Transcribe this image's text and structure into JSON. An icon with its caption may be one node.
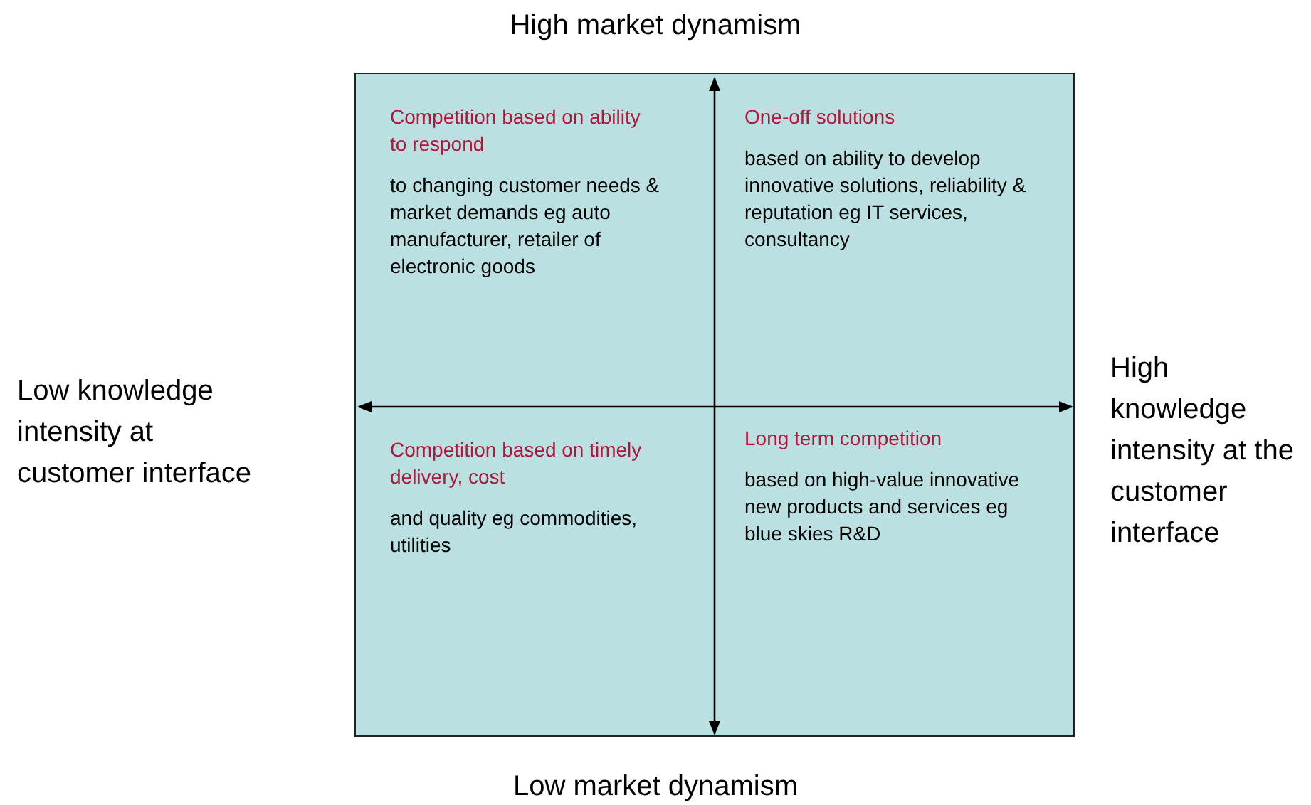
{
  "diagram": {
    "nodes": [
      {
        "text": [],
        "shape": "box"
      },
      {
        "text": [
          "Competition based on ability to respond",
          "to changing customer needs & market demands eg auto manufacturer, retailer of electronic goods"
        ],
        "in": 0
      },
      {
        "text": [
          "One-off solutions",
          "based on ability to develop innovative solutions, reliability & reputation eg IT services, consultancy"
        ],
        "in": 0
      },
      {
        "text": [
          "Competition based on timely delivery, cost",
          "and quality eg commodities, utilities"
        ],
        "in": 0
      },
      {
        "text": [
          "Long term competition",
          "based on high-value innovative new products and services eg blue skies R&D"
        ],
        "in": 0
      }
    ],
    "edges": [],
    "labels": [
      "High market dynamism",
      "Low knowledge intensity at customer interface",
      "High knowledge intensity at the customer interface",
      "Low market dynamism"
    ]
  }
}
